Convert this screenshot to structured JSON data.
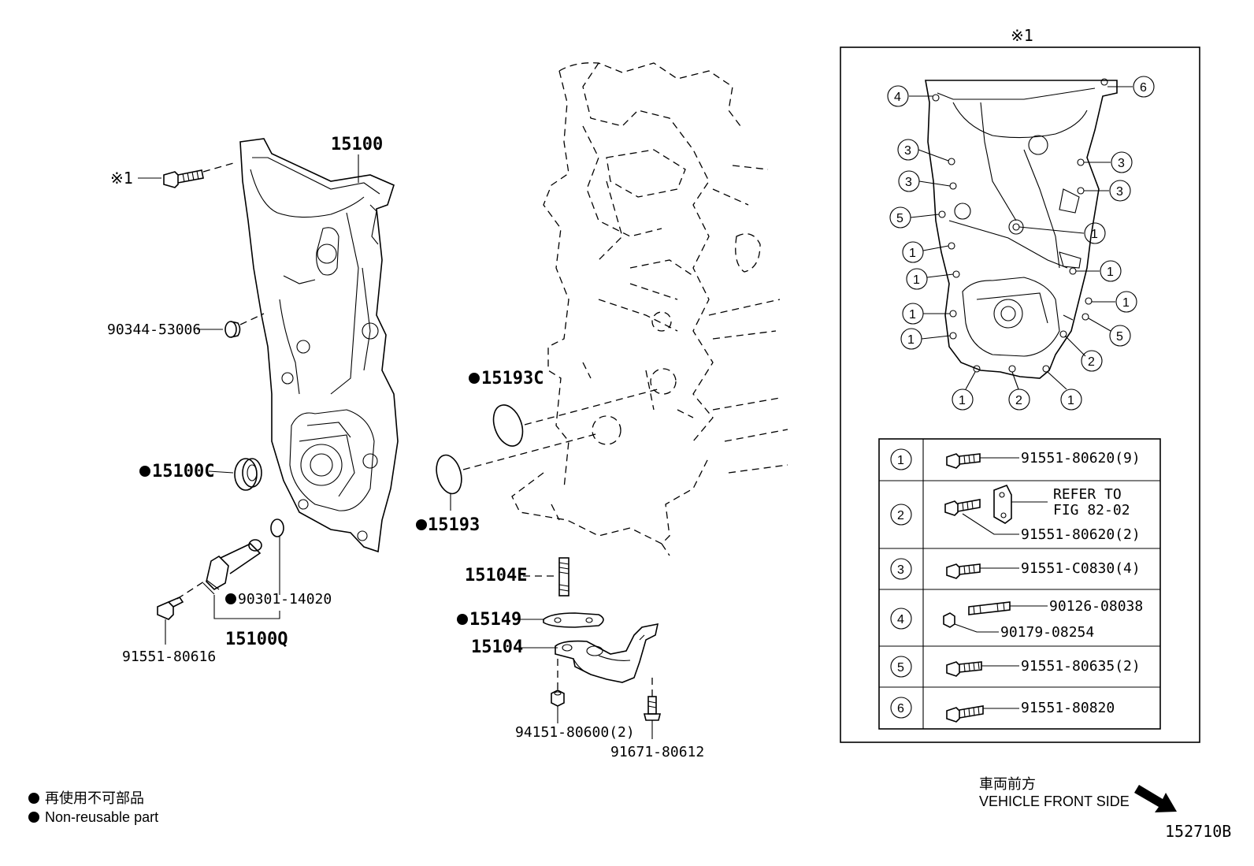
{
  "parts": {
    "timing_cover": "15100",
    "ref_mark": "※1",
    "plug": "90344-53006",
    "oil_seal": "15100C",
    "oring_sensor": "90301-14020",
    "sensor_assembly": "15100Q",
    "sensor_bolt": "91551-80616",
    "oring_c": "15193C",
    "oring": "15193",
    "stud": "15104E",
    "gasket": "15149",
    "strainer": "15104",
    "nut": "94151-80600(2)",
    "strainer_bolt": "91671-80612"
  },
  "inset": {
    "title": "※1",
    "callouts": [
      "1",
      "2",
      "3",
      "4",
      "5",
      "6"
    ]
  },
  "bolt_table": {
    "rows": [
      {
        "num": "1",
        "parts": [
          "91551-80620(9)"
        ]
      },
      {
        "num": "2",
        "parts": [
          "REFER TO",
          "FIG 82-02",
          "91551-80620(2)"
        ]
      },
      {
        "num": "3",
        "parts": [
          "91551-C0830(4)"
        ]
      },
      {
        "num": "4",
        "parts": [
          "90126-08038",
          "90179-08254"
        ]
      },
      {
        "num": "5",
        "parts": [
          "91551-80635(2)"
        ]
      },
      {
        "num": "6",
        "parts": [
          "91551-80820"
        ]
      }
    ]
  },
  "legend": {
    "jp": "再使用不可部品",
    "en": "Non-reusable part"
  },
  "direction": {
    "jp": "車両前方",
    "en": "VEHICLE FRONT SIDE"
  },
  "figure_id": "152710B"
}
